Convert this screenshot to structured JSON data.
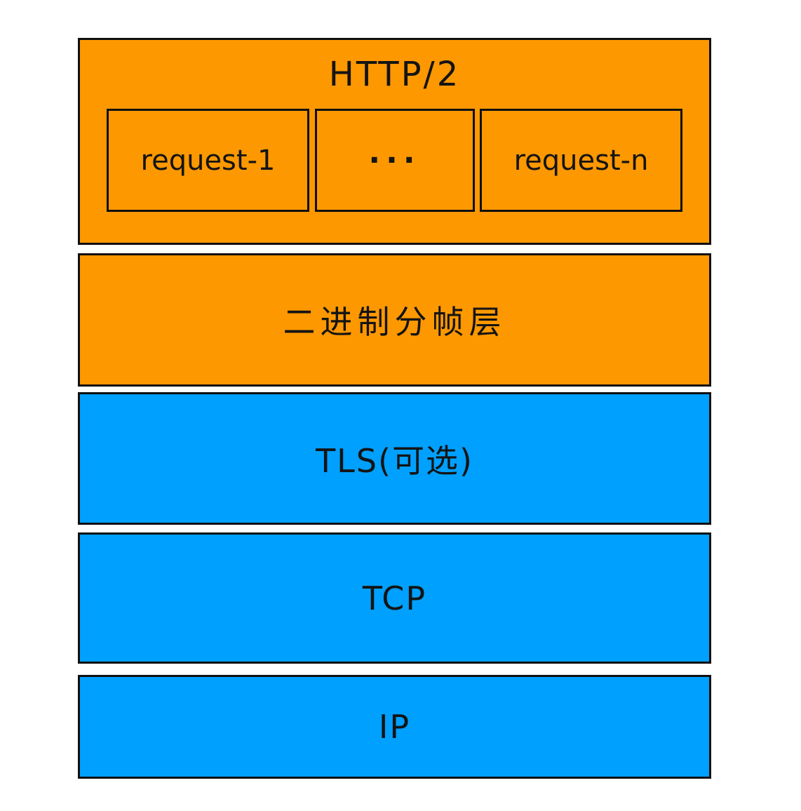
{
  "colors": {
    "orange": "#FD9800",
    "blue": "#00A0FE",
    "border": "#101010",
    "background": "#FFFFFF",
    "text": "#141414"
  },
  "stack": {
    "http2": {
      "label": "HTTP/2",
      "requests": [
        "request-1",
        "···",
        "request-n"
      ]
    },
    "layers": [
      {
        "id": "binary-framing",
        "label": "二进制分帧层",
        "color": "#FD9800"
      },
      {
        "id": "tls",
        "label": "TLS(可选)",
        "color": "#00A0FE"
      },
      {
        "id": "tcp",
        "label": "TCP",
        "color": "#00A0FE"
      },
      {
        "id": "ip",
        "label": "IP",
        "color": "#00A0FE"
      }
    ]
  }
}
